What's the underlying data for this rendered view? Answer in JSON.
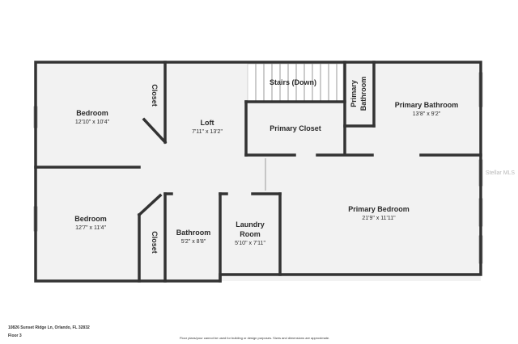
{
  "rooms": {
    "bedroom1": {
      "name": "Bedroom",
      "dims": "12'10\" x 10'4\""
    },
    "closet1": {
      "name": "Closet"
    },
    "loft": {
      "name": "Loft",
      "dims": "7'11\" x 13'2\""
    },
    "stairs": {
      "name": "Stairs (Down)"
    },
    "primary_bathroom_label": {
      "line1": "Primary",
      "line2": "Bathroom"
    },
    "primary_bathroom": {
      "name": "Primary Bathroom",
      "dims": "13'8\" x 9'2\""
    },
    "primary_closet": {
      "name": "Primary Closet"
    },
    "bedroom2": {
      "name": "Bedroom",
      "dims": "12'7\" x 11'4\""
    },
    "closet2": {
      "name": "Closet"
    },
    "bathroom": {
      "name": "Bathroom",
      "dims": "5'2\" x 8'8\""
    },
    "laundry": {
      "line1": "Laundry",
      "line2": "Room",
      "dims": "5'10\" x 7'11\""
    },
    "primary_bedroom": {
      "name": "Primary Bedroom",
      "dims": "21'9\" x 11'11\""
    }
  },
  "watermark": "Stellar MLS",
  "footer": {
    "address": "10826 Sunset Ridge Ln, Orlando, FL 32832",
    "floor": "Floor 3",
    "disclaimer": "Floor plans/your cannot be used for building or design purposes. Sizes and dimensions are approximate."
  }
}
